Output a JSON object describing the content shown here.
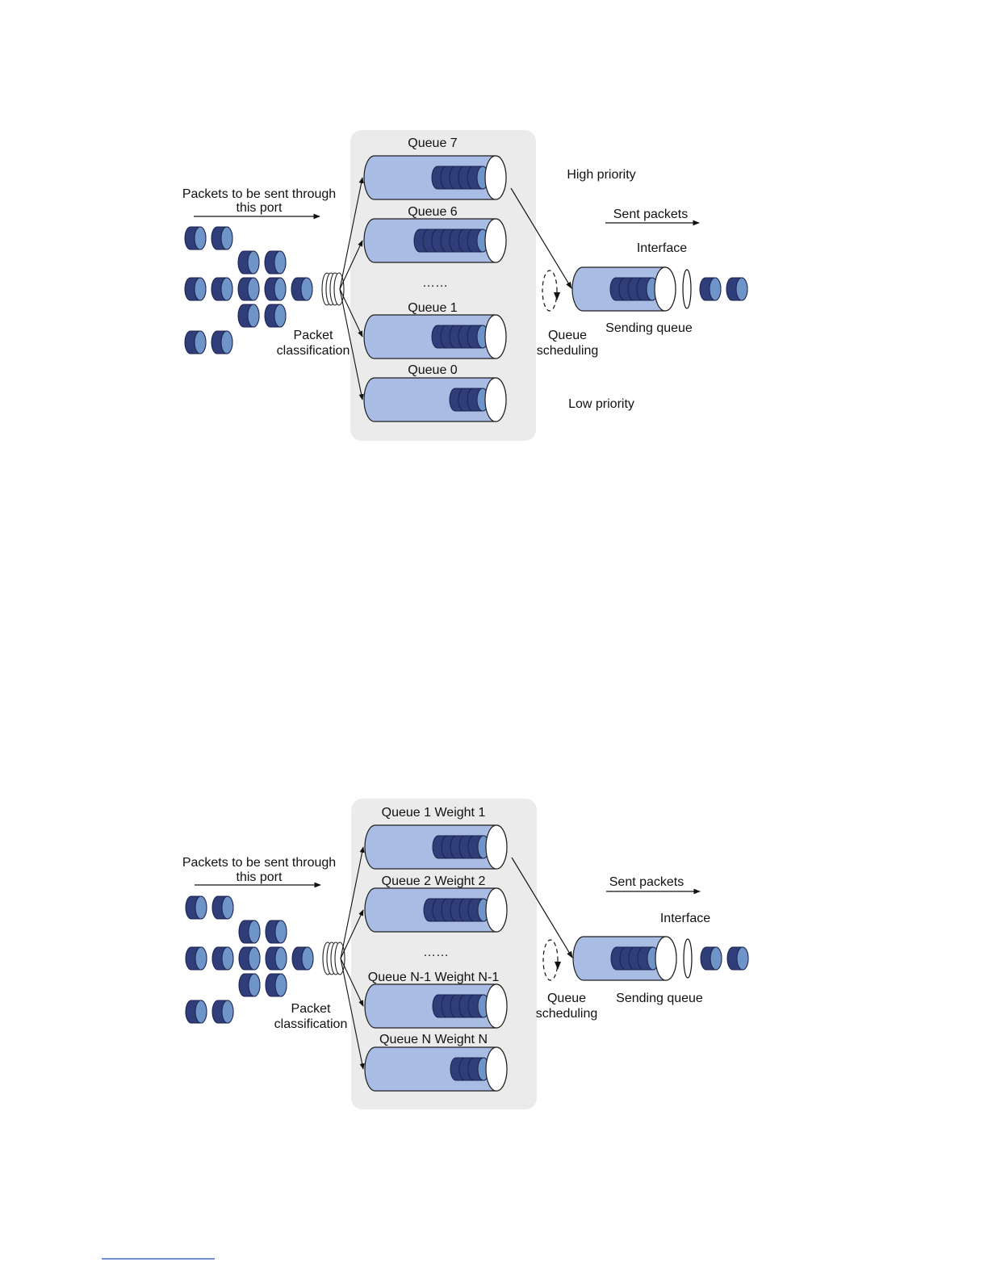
{
  "colors": {
    "panel": "#ebebeb",
    "queue_fill": "#a9bde4",
    "queue_stroke": "#1e1e1e",
    "packet_dark": "#2f3d78",
    "packet_light": "#6f95c8",
    "packet_stroke": "#1b2350"
  },
  "diagram1": {
    "incoming_label": [
      "Packets to be sent through",
      "this port"
    ],
    "classification_label": [
      "Packet",
      "classification"
    ],
    "queues": [
      {
        "label": "Queue 7",
        "packets": 5
      },
      {
        "label": "Queue 6",
        "packets": 7
      },
      {
        "label": "Queue 1",
        "packets": 5
      },
      {
        "label": "Queue 0",
        "packets": 3
      }
    ],
    "ellipsis": "……",
    "high_priority": "High priority",
    "low_priority": "Low priority",
    "sent_packets": "Sent packets",
    "interface": "Interface",
    "sending_queue": "Sending queue",
    "scheduling_label": [
      "Queue",
      "scheduling"
    ]
  },
  "diagram2": {
    "incoming_label": [
      "Packets to be sent through",
      "this port"
    ],
    "classification_label": [
      "Packet",
      "classification"
    ],
    "queues": [
      {
        "label": "Queue 1 Weight 1",
        "packets": 5
      },
      {
        "label": "Queue 2 Weight 2",
        "packets": 6
      },
      {
        "label": "Queue N-1 Weight N-1",
        "packets": 5
      },
      {
        "label": "Queue N Weight N",
        "packets": 3
      }
    ],
    "ellipsis": "……",
    "sent_packets": "Sent packets",
    "interface": "Interface",
    "sending_queue": "Sending queue",
    "scheduling_label": [
      "Queue",
      "scheduling"
    ]
  }
}
